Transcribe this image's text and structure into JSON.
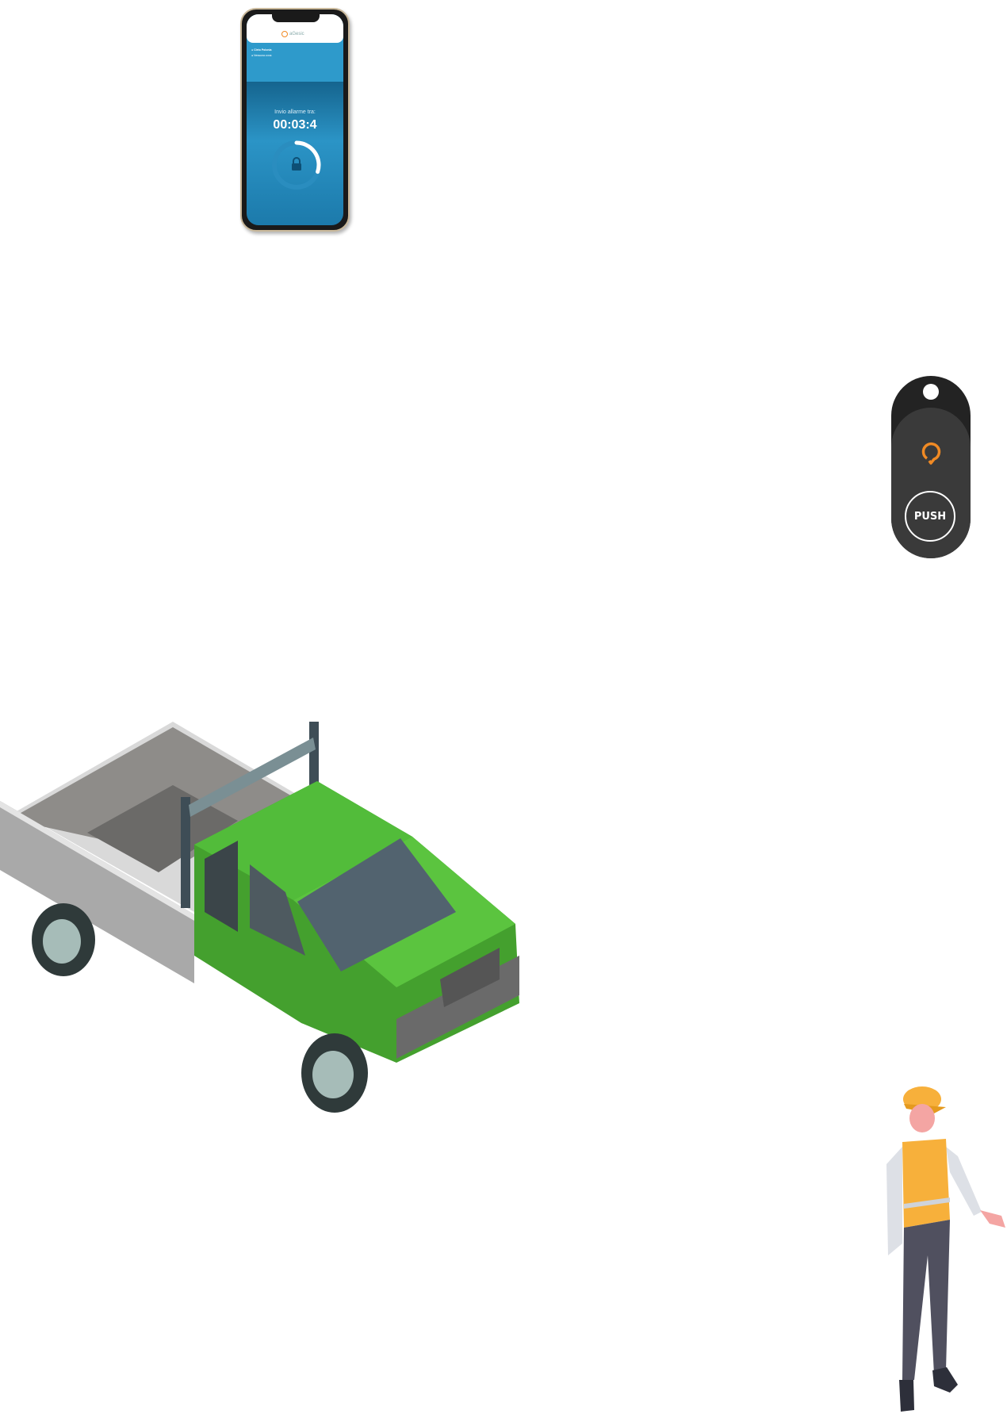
{
  "phone": {
    "app_name": "aGesic",
    "user_name": "Cleto Polonia",
    "zone_status": "Nessuna zona",
    "caption": "Invio allarme tra:",
    "timer": "00:03:4",
    "progress_fraction": 0.3
  },
  "fob": {
    "button_label": "PUSH",
    "brand_color": "#f08a24"
  },
  "colors": {
    "truck": "#52bc3a",
    "vest": "#f7b03b",
    "screen": "#2e9acb"
  }
}
